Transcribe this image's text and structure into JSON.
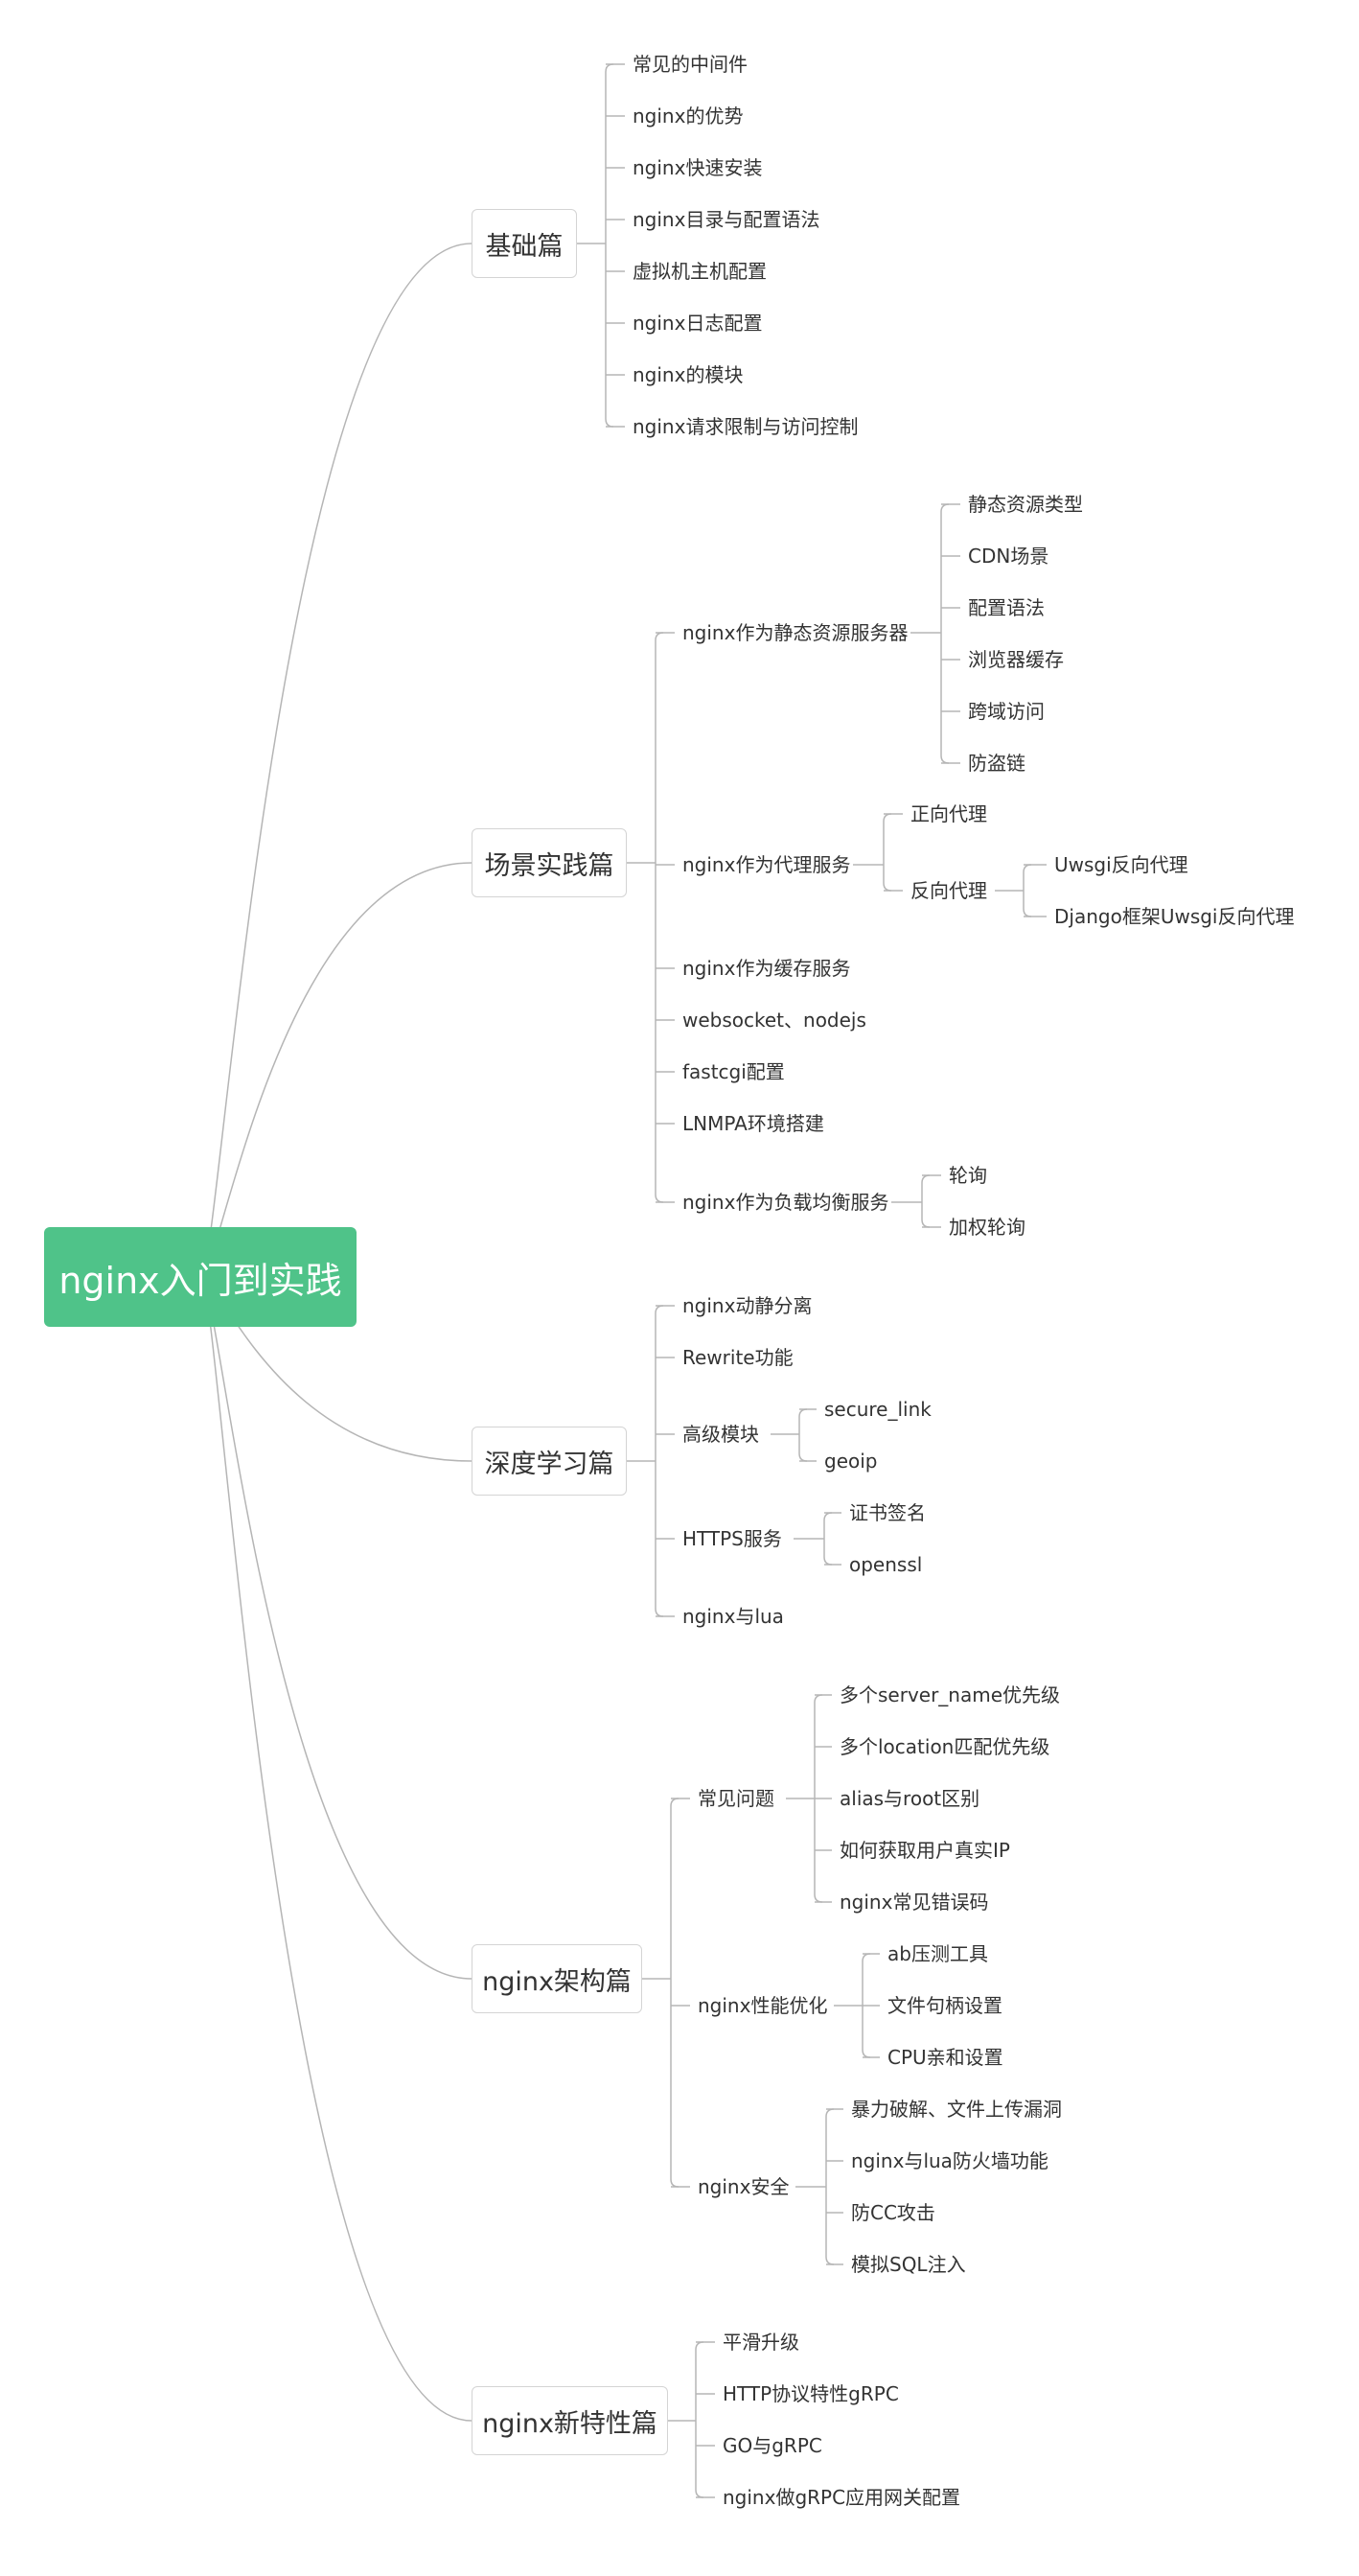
{
  "root": "nginx入门到实践",
  "branches": {
    "basic": {
      "title": "基础篇",
      "items": [
        "常见的中间件",
        "nginx的优势",
        "nginx快速安装",
        "nginx目录与配置语法",
        "虚拟机主机配置",
        "nginx日志配置",
        "nginx的模块",
        "nginx请求限制与访问控制"
      ]
    },
    "scene": {
      "title": "场景实践篇",
      "static_server": {
        "label": "nginx作为静态资源服务器",
        "items": [
          "静态资源类型",
          "CDN场景",
          "配置语法",
          "浏览器缓存",
          "跨域访问",
          "防盗链"
        ]
      },
      "proxy": {
        "label": "nginx作为代理服务",
        "forward": "正向代理",
        "reverse": {
          "label": "反向代理",
          "items": [
            "Uwsgi反向代理",
            "Django框架Uwsgi反向代理"
          ]
        }
      },
      "cache": "nginx作为缓存服务",
      "websocket": "websocket、nodejs",
      "fastcgi": "fastcgi配置",
      "lnmpa": "LNMPA环境搭建",
      "lb": {
        "label": "nginx作为负载均衡服务",
        "items": [
          "轮询",
          "加权轮询"
        ]
      }
    },
    "deep": {
      "title": "深度学习篇",
      "separation": "nginx动静分离",
      "rewrite": "Rewrite功能",
      "advanced": {
        "label": "高级模块",
        "items": [
          "secure_link",
          "geoip"
        ]
      },
      "https": {
        "label": "HTTPS服务",
        "items": [
          "证书签名",
          "openssl"
        ]
      },
      "lua": "nginx与lua"
    },
    "arch": {
      "title": "nginx架构篇",
      "faq": {
        "label": "常见问题",
        "items": [
          "多个server_name优先级",
          "多个location匹配优先级",
          "alias与root区别",
          "如何获取用户真实IP",
          "nginx常见错误码"
        ]
      },
      "perf": {
        "label": "nginx性能优化",
        "items": [
          "ab压测工具",
          "文件句柄设置",
          "CPU亲和设置"
        ]
      },
      "security": {
        "label": "nginx安全",
        "items": [
          "暴力破解、文件上传漏洞",
          "nginx与lua防火墙功能",
          "防CC攻击",
          "模拟SQL注入"
        ]
      }
    },
    "features": {
      "title": "nginx新特性篇",
      "items": [
        "平滑升级",
        "HTTP协议特性gRPC",
        "GO与gRPC",
        "nginx做gRPC应用网关配置"
      ]
    }
  },
  "colors": {
    "root_fill": "#4fc389",
    "link": "#b5b5b5",
    "text": "#333333"
  }
}
